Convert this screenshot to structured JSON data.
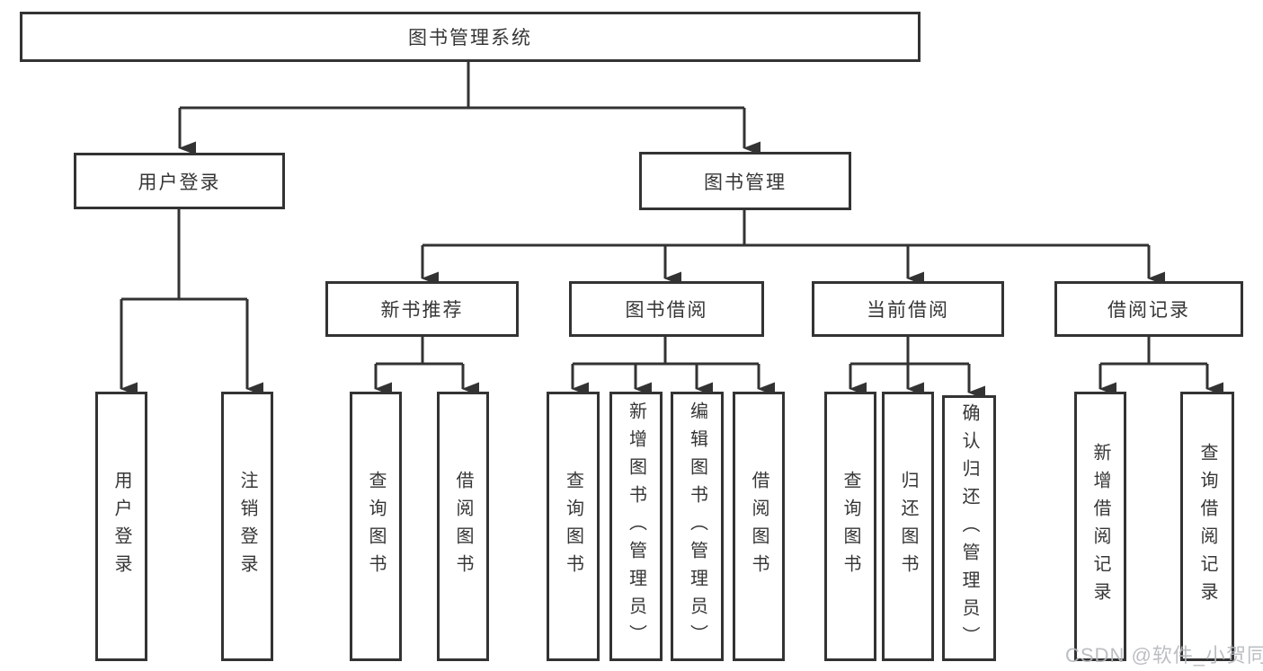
{
  "tree": {
    "label": "图书管理系统",
    "children": [
      {
        "label": "用户登录",
        "children": [
          {
            "label": "用户登录"
          },
          {
            "label": "注销登录"
          }
        ]
      },
      {
        "label": "图书管理",
        "children": [
          {
            "label": "新书推荐",
            "children": [
              {
                "label": "查询图书"
              },
              {
                "label": "借阅图书"
              }
            ]
          },
          {
            "label": "图书借阅",
            "children": [
              {
                "label": "查询图书"
              },
              {
                "label": "新增图书（管理员）"
              },
              {
                "label": "编辑图书（管理员）"
              },
              {
                "label": "借阅图书"
              }
            ]
          },
          {
            "label": "当前借阅",
            "children": [
              {
                "label": "查询图书"
              },
              {
                "label": "归还图书"
              },
              {
                "label": "确认归还（管理员）"
              }
            ]
          },
          {
            "label": "借阅记录",
            "children": [
              {
                "label": "新增借阅记录"
              },
              {
                "label": "查询借阅记录"
              }
            ]
          }
        ]
      }
    ]
  },
  "watermark": {
    "text": "CSDN @软件_小贺同学"
  },
  "colors": {
    "line": "#333333",
    "box_background": "#ffffff",
    "text": "#363636",
    "watermark": "#b4b8bc",
    "page_background": "#ffffff"
  }
}
